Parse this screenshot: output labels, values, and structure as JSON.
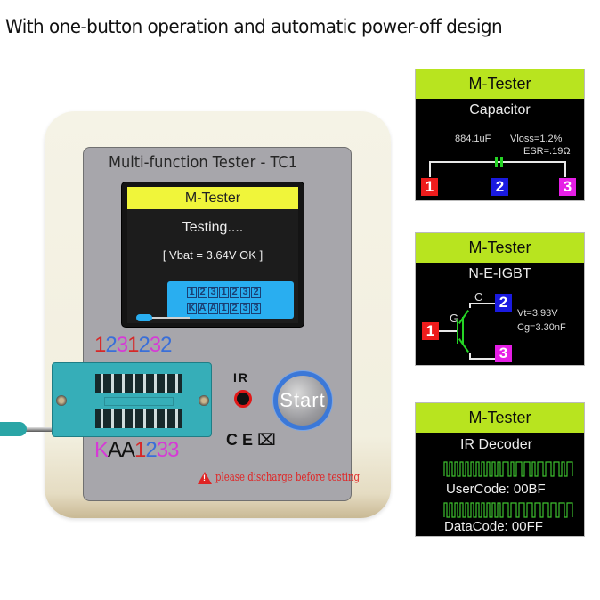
{
  "headline": "With one-button operation and automatic  power-off design",
  "device": {
    "title": "Multi-function Tester - TC1",
    "lcd": {
      "header": "M-Tester",
      "line1": "Testing....",
      "line2": "[ Vbat = 3.64V  OK ]",
      "pin_row_1": [
        "1",
        "2",
        "3",
        "1",
        "2",
        "3",
        "2"
      ],
      "pin_row_2": [
        "K",
        "A",
        "A",
        "1",
        "2",
        "3",
        "3"
      ],
      "colors": {
        "header_bg": "#f0f53a",
        "pin_box_bg": "#29aef0"
      }
    },
    "pin_labels_top": [
      {
        "char": "1",
        "color": "#d62828"
      },
      {
        "char": "2",
        "color": "#3a6fd8"
      },
      {
        "char": "3",
        "color": "#d63ad6"
      },
      {
        "char": "1",
        "color": "#d62828"
      },
      {
        "char": "2",
        "color": "#3a6fd8"
      },
      {
        "char": "3",
        "color": "#d63ad6"
      },
      {
        "char": "2",
        "color": "#3a6fd8"
      }
    ],
    "pin_labels_bottom": [
      {
        "char": "K",
        "color": "#d63ad6"
      },
      {
        "char": "A",
        "color": "#111111"
      },
      {
        "char": "A",
        "color": "#111111"
      },
      {
        "char": "1",
        "color": "#d62828"
      },
      {
        "char": "2",
        "color": "#3a6fd8"
      },
      {
        "char": "3",
        "color": "#d63ad6"
      },
      {
        "char": "3",
        "color": "#d63ad6"
      }
    ],
    "ir_label": "IR",
    "start_button": "Start",
    "ce_mark": "C E ⌧",
    "warning": "please discharge before testing"
  },
  "screens": [
    {
      "header": "M-Tester",
      "title": "Capacitor",
      "capacitance": "884.1uF",
      "vloss": "Vloss=1.2%",
      "esr": "ESR=.19Ω",
      "pins": [
        "1",
        "2",
        "3"
      ]
    },
    {
      "header": "M-Tester",
      "title": "N-E-IGBT",
      "gate_label": "G",
      "collector_label": "C",
      "vt": "Vt=3.93V",
      "cg": "Cg=3.30nF",
      "pins": [
        "1",
        "2",
        "3"
      ]
    },
    {
      "header": "M-Tester",
      "title": "IR Decoder",
      "user_code": "UserCode: 00BF",
      "data_code": "DataCode: 00FF"
    }
  ],
  "colors": {
    "side_header_bg": "#b8e41f",
    "pin1": "#ee1c1c",
    "pin2": "#1a1ae0",
    "pin3": "#e61ee6",
    "start_ring": "#3b78d8",
    "warning": "#e02424"
  }
}
